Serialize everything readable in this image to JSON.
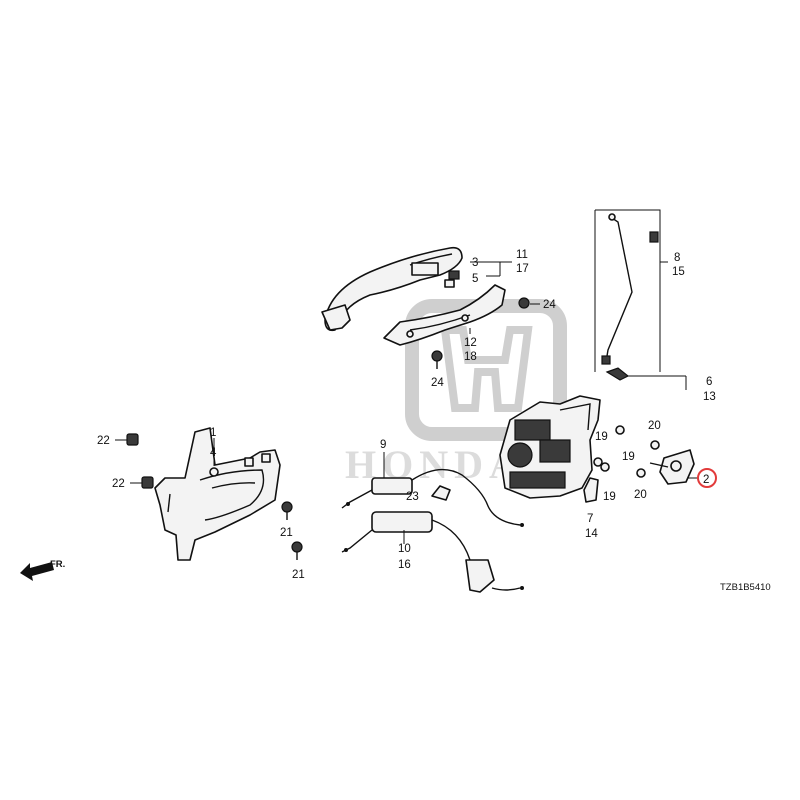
{
  "labels": {
    "l1": "1",
    "l4": "4",
    "l22a": "22",
    "l22b": "22",
    "l21a": "21",
    "l21b": "21",
    "l9": "9",
    "l23": "23",
    "l10": "10",
    "l16": "16",
    "l11": "11",
    "l17": "17",
    "l3": "3",
    "l5": "5",
    "l24a": "24",
    "l12": "12",
    "l18": "18",
    "l24b": "24",
    "l8": "8",
    "l15": "15",
    "l6": "6",
    "l13": "13",
    "l19a": "19",
    "l19b": "19",
    "l19c": "19",
    "l7": "7",
    "l14": "14",
    "l20a": "20",
    "l20b": "20",
    "l2": "2"
  },
  "direction_label": "FR.",
  "diagram_code": "TZB1B5410",
  "watermark_text": "HONDA",
  "highlight_color": "#e23b3b"
}
